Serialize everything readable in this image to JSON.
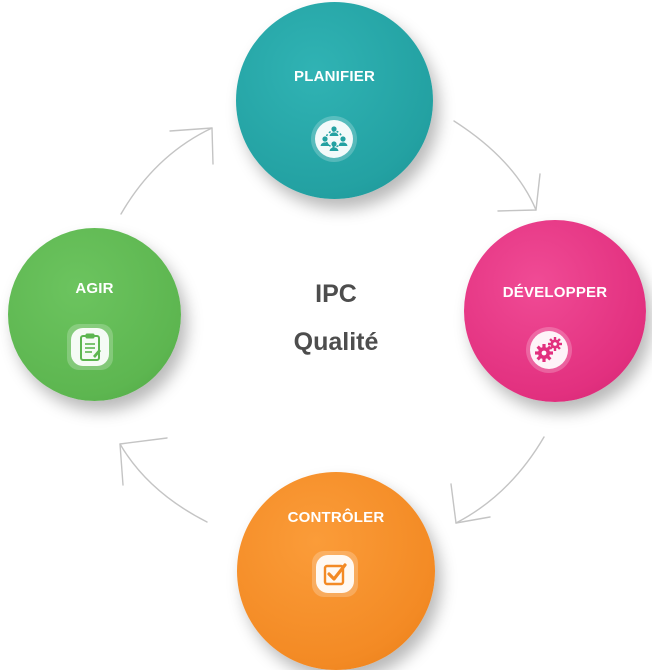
{
  "center": {
    "line1": "IPC",
    "line2": "Qualité"
  },
  "nodes": [
    {
      "id": "planifier",
      "label": "PLANIFIER",
      "color": "#23a1a2",
      "icon": "people-network-icon"
    },
    {
      "id": "developper",
      "label": "DÉVELOPPER",
      "color": "#e2307f",
      "icon": "gears-icon"
    },
    {
      "id": "controler",
      "label": "CONTRÔLER",
      "color": "#f38a24",
      "icon": "checkbox-checked-icon"
    },
    {
      "id": "agir",
      "label": "AGIR",
      "color": "#5db650",
      "icon": "clipboard-icon"
    }
  ],
  "cycle_direction": "clockwise"
}
